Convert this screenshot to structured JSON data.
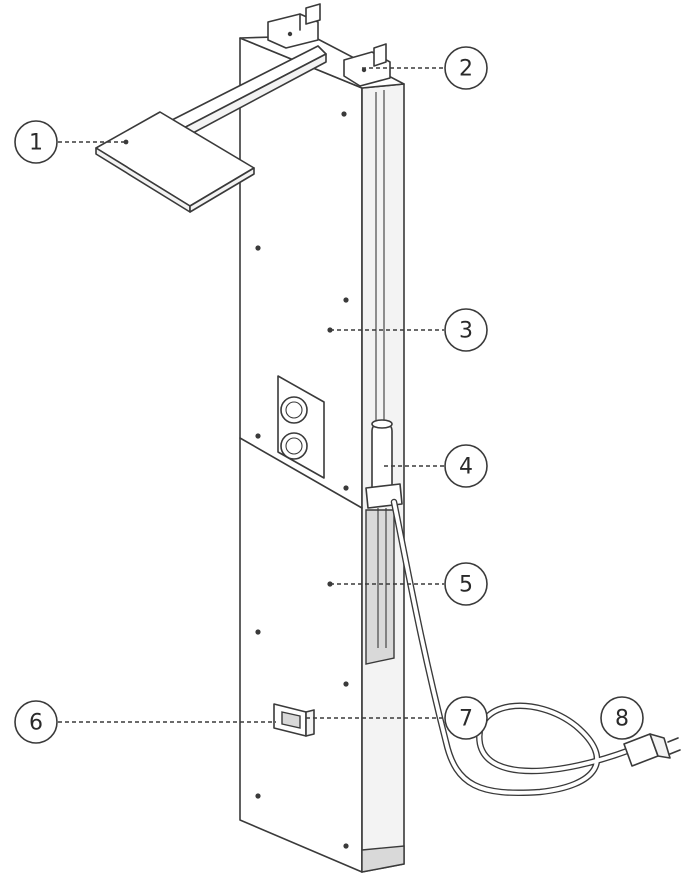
{
  "callouts": [
    {
      "id": "1",
      "label": "1"
    },
    {
      "id": "2",
      "label": "2"
    },
    {
      "id": "3",
      "label": "3"
    },
    {
      "id": "4",
      "label": "4"
    },
    {
      "id": "5",
      "label": "5"
    },
    {
      "id": "6",
      "label": "6"
    },
    {
      "id": "7",
      "label": "7"
    },
    {
      "id": "8",
      "label": "8"
    }
  ],
  "colors": {
    "line": "#3a3a3a",
    "background": "#ffffff"
  }
}
